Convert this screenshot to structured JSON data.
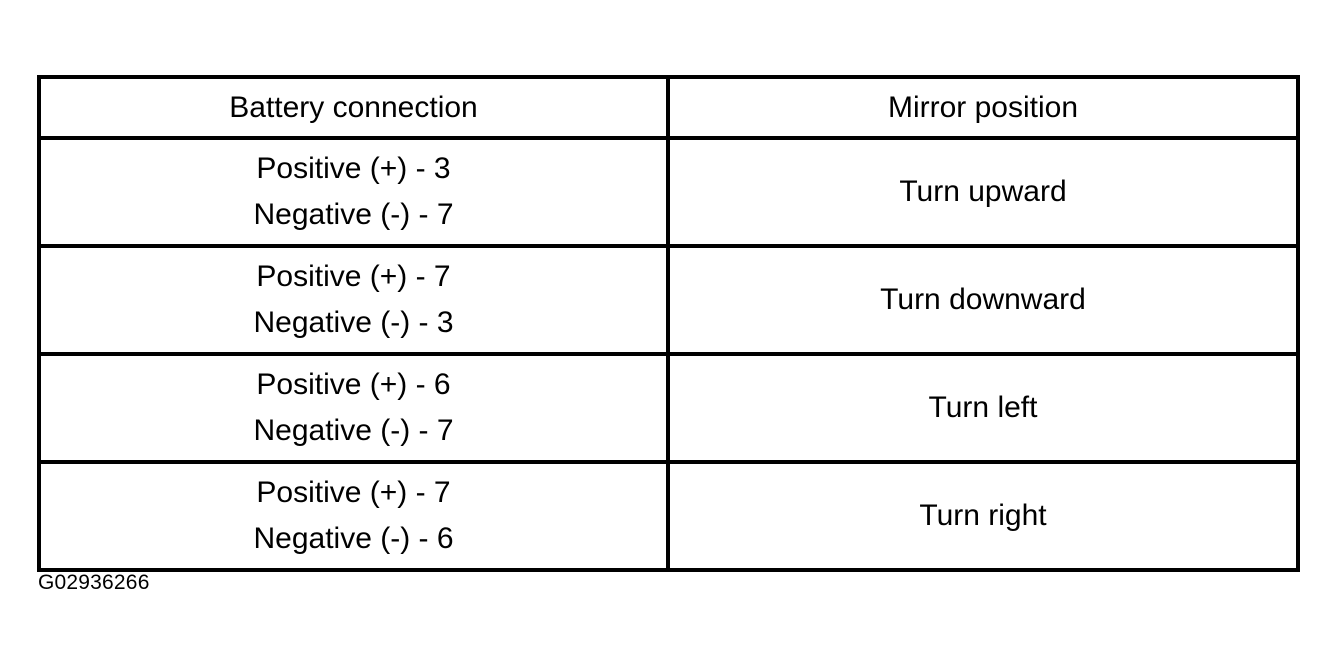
{
  "figure": {
    "caption": "G02936266"
  },
  "table": {
    "columns": [
      {
        "key": "battery_connection",
        "header": "Battery connection"
      },
      {
        "key": "mirror_position",
        "header": "Mirror position"
      }
    ],
    "rows": [
      {
        "battery_connection_line1": "Positive (+) - 3",
        "battery_connection_line2": "Negative (-) - 7",
        "mirror_position": "Turn upward"
      },
      {
        "battery_connection_line1": "Positive (+) - 7",
        "battery_connection_line2": "Negative (-) - 3",
        "mirror_position": "Turn downward"
      },
      {
        "battery_connection_line1": "Positive (+) - 6",
        "battery_connection_line2": "Negative (-) - 7",
        "mirror_position": "Turn left"
      },
      {
        "battery_connection_line1": "Positive (+) - 7",
        "battery_connection_line2": "Negative (-) - 6",
        "mirror_position": "Turn right"
      }
    ]
  },
  "style": {
    "border_color": "#000000",
    "background_color": "#ffffff",
    "text_color": "#000000"
  }
}
